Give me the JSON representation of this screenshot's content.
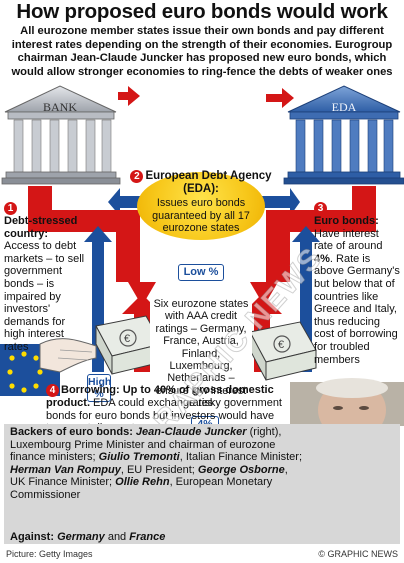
{
  "title": "How proposed euro bonds would work",
  "intro": "All eurozone member states issue their own bonds and pay different interest rates depending on the strength of their economies. Eurogroup chairman Jean-Claude Juncker has proposed new euro bonds, which would allow stronger economies to ring-fence the debts of weaker ones",
  "buildings": {
    "left": "BANK",
    "right": "EDA"
  },
  "eda": {
    "number": "2",
    "title": "European Debt Agency (EDA):",
    "description": "Issues euro bonds guaranteed by all 17 eurozone states"
  },
  "rates": {
    "low": "Low %",
    "high": "High %",
    "middle": "4%"
  },
  "center": "Six eurozone states with AAA credit ratings – Germany, France, Austria, Finland, Luxembourg, Netherlands – ensure low interest rates",
  "step1": {
    "number": "1",
    "title": "Debt-stressed country:",
    "body": "Access to debt markets – to sell government bonds – is impaired by investors' demands for high interest rates"
  },
  "step3": {
    "number": "3",
    "title": "Euro bonds:",
    "body_a": "Have interest rate of around",
    "body_b": "4%",
    "body_c": ". Rate is above Germany's but below that of countries like Greece and Italy, thus reducing cost of borrowing for troubled members"
  },
  "step4": {
    "number": "4",
    "title": "Borrowing: Up to 40% of gross domestic product.",
    "body": " EDA could exchange risky government bonds for euro bonds but investors would have to accept discounts"
  },
  "backers": {
    "label": "Backers of euro bonds: ",
    "p1_name": "Jean-Claude Juncker",
    "p1_role": " (right), Luxembourg Prime Minister and chairman of eurozone finance ministers; ",
    "p2_name": "Giulio Tremonti",
    "p2_role": ", Italian Finance Minister; ",
    "p3_name": "Herman Van Rompuy",
    "p3_role": ", EU President; ",
    "p4_name": "George Osborne",
    "p4_role": ", UK Finance Minister; ",
    "p5_name": "Ollie Rehn",
    "p5_role": ", European Monetary Commissioner"
  },
  "against": {
    "label": "Against: ",
    "c1": "Germany",
    "and": " and ",
    "c2": "France"
  },
  "footer": {
    "credit": "Picture: Getty Images",
    "copyright": "© GRAPHIC NEWS"
  },
  "watermark": "GRAPHIC NEWS",
  "colors": {
    "red": "#d41616",
    "blue": "#1c4f9c",
    "gold": "#f7c71a",
    "grey_panel": "#d7d7d7"
  }
}
